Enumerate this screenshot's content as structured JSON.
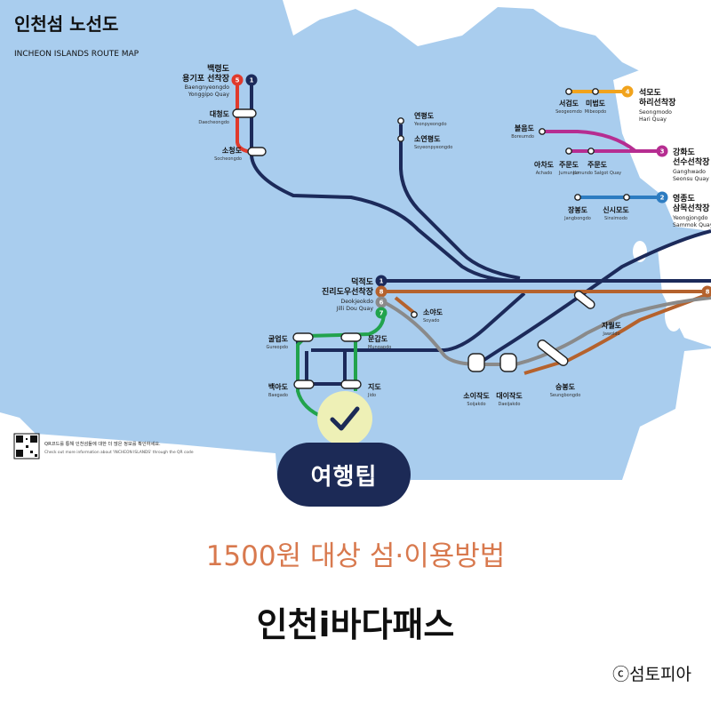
{
  "map": {
    "title": "인천섬 노선도",
    "subtitle": "INCHEON ISLANDS ROUTE MAP",
    "qr_note_ko": "QR코드를 통해 인천섬들에 대한 더 많은 정보를 확인하세요.",
    "qr_note_en": "Check out more information about 'INCHEON ISLANDS' through the QR code",
    "route_numbers": [
      "5",
      "1",
      "4",
      "3",
      "2",
      "1",
      "8",
      "6",
      "7",
      "8"
    ],
    "stops": [
      {
        "ko": "백령도",
        "en": "",
        "type": "quay"
      },
      {
        "ko": "용기포 선착장",
        "en": "Baengnyeongdo Yonggipo Quay",
        "type": "quay"
      },
      {
        "ko": "대청도",
        "en": "Daecheongdo"
      },
      {
        "ko": "소청도",
        "en": "Socheongdo"
      },
      {
        "ko": "연평도",
        "en": "Yeonpyeongdo"
      },
      {
        "ko": "소연평도",
        "en": "Soyeonpyeongdo"
      },
      {
        "ko": "덕적도",
        "en": "",
        "type": "quay"
      },
      {
        "ko": "진리도우선착장",
        "en": "Deokjeokdo Jilli Dou Quay",
        "type": "quay"
      },
      {
        "ko": "소야도",
        "en": "Soyado"
      },
      {
        "ko": "굴업도",
        "en": "Gureopdo"
      },
      {
        "ko": "문갑도",
        "en": "Mungapdo"
      },
      {
        "ko": "백아도",
        "en": "Baegado"
      },
      {
        "ko": "지도",
        "en": "Jido"
      },
      {
        "ko": "소이작도",
        "en": "Soijakdo"
      },
      {
        "ko": "대이작도",
        "en": "Daeijakdo"
      },
      {
        "ko": "승봉도",
        "en": "Seungbongdo"
      },
      {
        "ko": "자월도",
        "en": "Jawoldo"
      },
      {
        "ko": "서검도",
        "en": "Seogeomdo"
      },
      {
        "ko": "미법도",
        "en": "Mibeopdo"
      },
      {
        "ko": "석모도",
        "en": "",
        "type": "quay"
      },
      {
        "ko": "하리선착장",
        "en": "Seongmodo Hari Quay",
        "type": "quay"
      },
      {
        "ko": "볼음도",
        "en": "Boreumdo"
      },
      {
        "ko": "아차도",
        "en": "Achado"
      },
      {
        "ko": "주문도",
        "en": "Jumundo"
      },
      {
        "ko": "주문도",
        "en": "Jumundo Salgot Quay"
      },
      {
        "ko": "강화도",
        "en": "",
        "type": "quay"
      },
      {
        "ko": "선수선착장",
        "en": "Ganghwado Seonsu Quay",
        "type": "quay"
      },
      {
        "ko": "장봉도",
        "en": "Jangbongdo"
      },
      {
        "ko": "신시모도",
        "en": "Sinsimodo"
      },
      {
        "ko": "영종도",
        "en": "",
        "type": "quay"
      },
      {
        "ko": "삼목선착장",
        "en": "Yeongjongdo Sammok Quay",
        "type": "quay"
      }
    ],
    "line_colors": {
      "route1": "#1c2a5a",
      "route2": "#2d7cc1",
      "route3": "#b62d91",
      "route4": "#f1a31c",
      "route5": "#e03a2c",
      "route6": "#8a8a8a",
      "route7": "#22a34d",
      "route8": "#b5622d",
      "sea": "#a9cdee",
      "land": "#ffffff"
    }
  },
  "tip_badge": "여행팁",
  "check_icon": "check-icon",
  "headline": "1500원 대상 섬·이용방법",
  "title": "인천i바다패스",
  "credit": "ⓒ섬토피아"
}
